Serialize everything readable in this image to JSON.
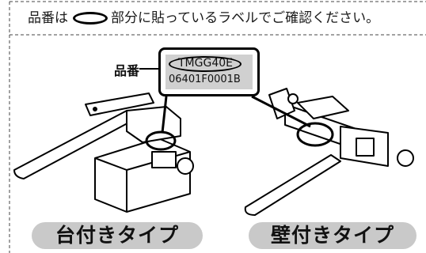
{
  "notice": {
    "before": "品番は",
    "after": "部分に貼っているラベルでご確認ください。"
  },
  "callout": {
    "label": "品番",
    "code_line1": "TMGG40E",
    "code_line2": "06401F0001B"
  },
  "types": {
    "left": "台付きタイプ",
    "right": "壁付きタイプ"
  }
}
